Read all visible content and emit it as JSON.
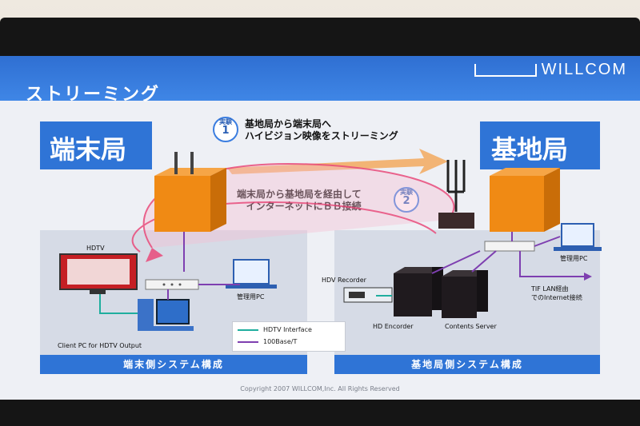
{
  "slide": {
    "title": "ストリーミング",
    "brand": "WILLCOM",
    "terminal_station": "端末局",
    "base_station": "基地局",
    "step1_badge_label": "実験",
    "step1_badge_num": "1",
    "step1_line1": "基地局から端末局へ",
    "step1_line2": "ハイビジョン映像をストリーミング",
    "step2_badge_label": "実験",
    "step2_badge_num": "2",
    "step2_line1": "端末局から基地局を経由して",
    "step2_line2": "インターネットにＢＢ接続",
    "labels": {
      "hdtv": "HDTV",
      "client_pc": "Client PC for HDTV Output",
      "admin_pc_left": "管理用PC",
      "admin_pc_right": "管理用PC",
      "hdv_recorder": "HDV Recorder",
      "hd_encoder": "HD Encorder",
      "contents_server": "Contents Server",
      "tif_lan_line1": "TIF LAN経由",
      "tif_lan_line2": "でのInternet接続"
    },
    "legend": {
      "hdtv_interface": "HDTV Interface",
      "base100": "100Base/T"
    },
    "footer_left": "端末側システム構成",
    "footer_right": "基地局側システム構成",
    "copyright": "Copyright 2007 WILLCOM,Inc. All Rights Reserved",
    "colors": {
      "header_blue": "#2f74d6",
      "hdtv_line": "#1fae9e",
      "lan_line": "#7e3fb0",
      "orange_device": "#f08a14",
      "arrow_pink": "#e94a7a"
    }
  }
}
